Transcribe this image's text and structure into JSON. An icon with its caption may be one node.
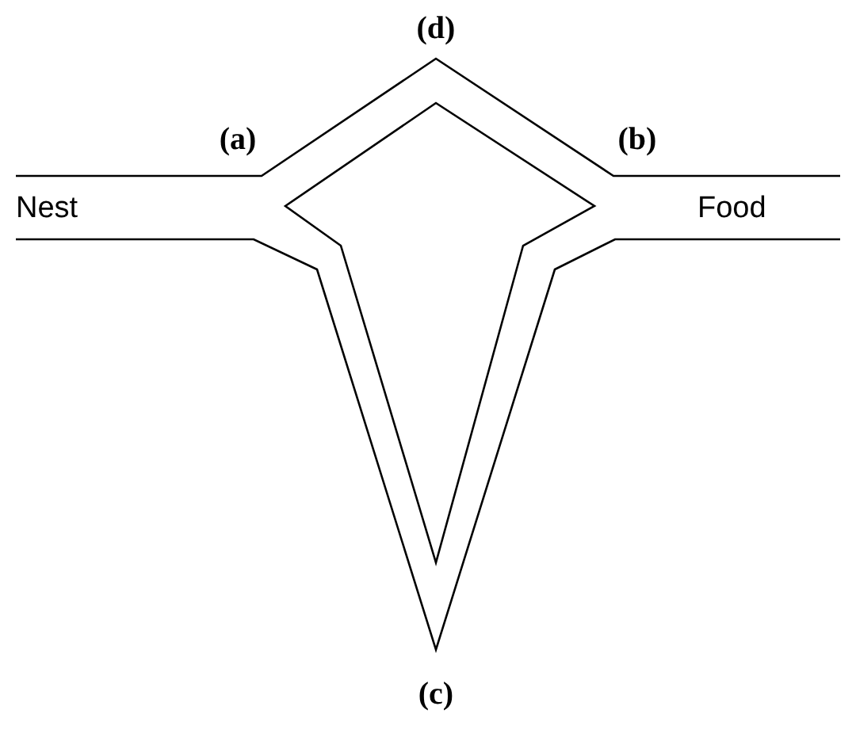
{
  "diagram": {
    "labels": [
      "(d)",
      "(a)",
      "(b)",
      "Nest",
      "Food",
      "(c)"
    ]
  }
}
